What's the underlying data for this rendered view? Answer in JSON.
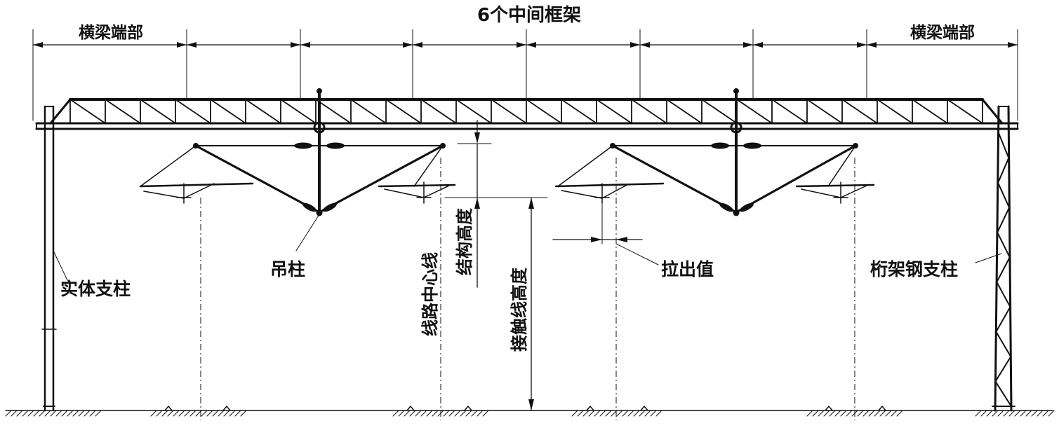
{
  "labels": {
    "middle_frames": "6个中间框架",
    "beam_end_left": "横梁端部",
    "beam_end_right": "横梁端部",
    "solid_pole": "实体支柱",
    "hanging_post": "吊柱",
    "track_centerline": "线路中心线",
    "structure_height": "结构高度",
    "contact_wire_height": "接触线高度",
    "stagger": "拉出值",
    "truss_steel_pole": "桁架钢支柱"
  }
}
